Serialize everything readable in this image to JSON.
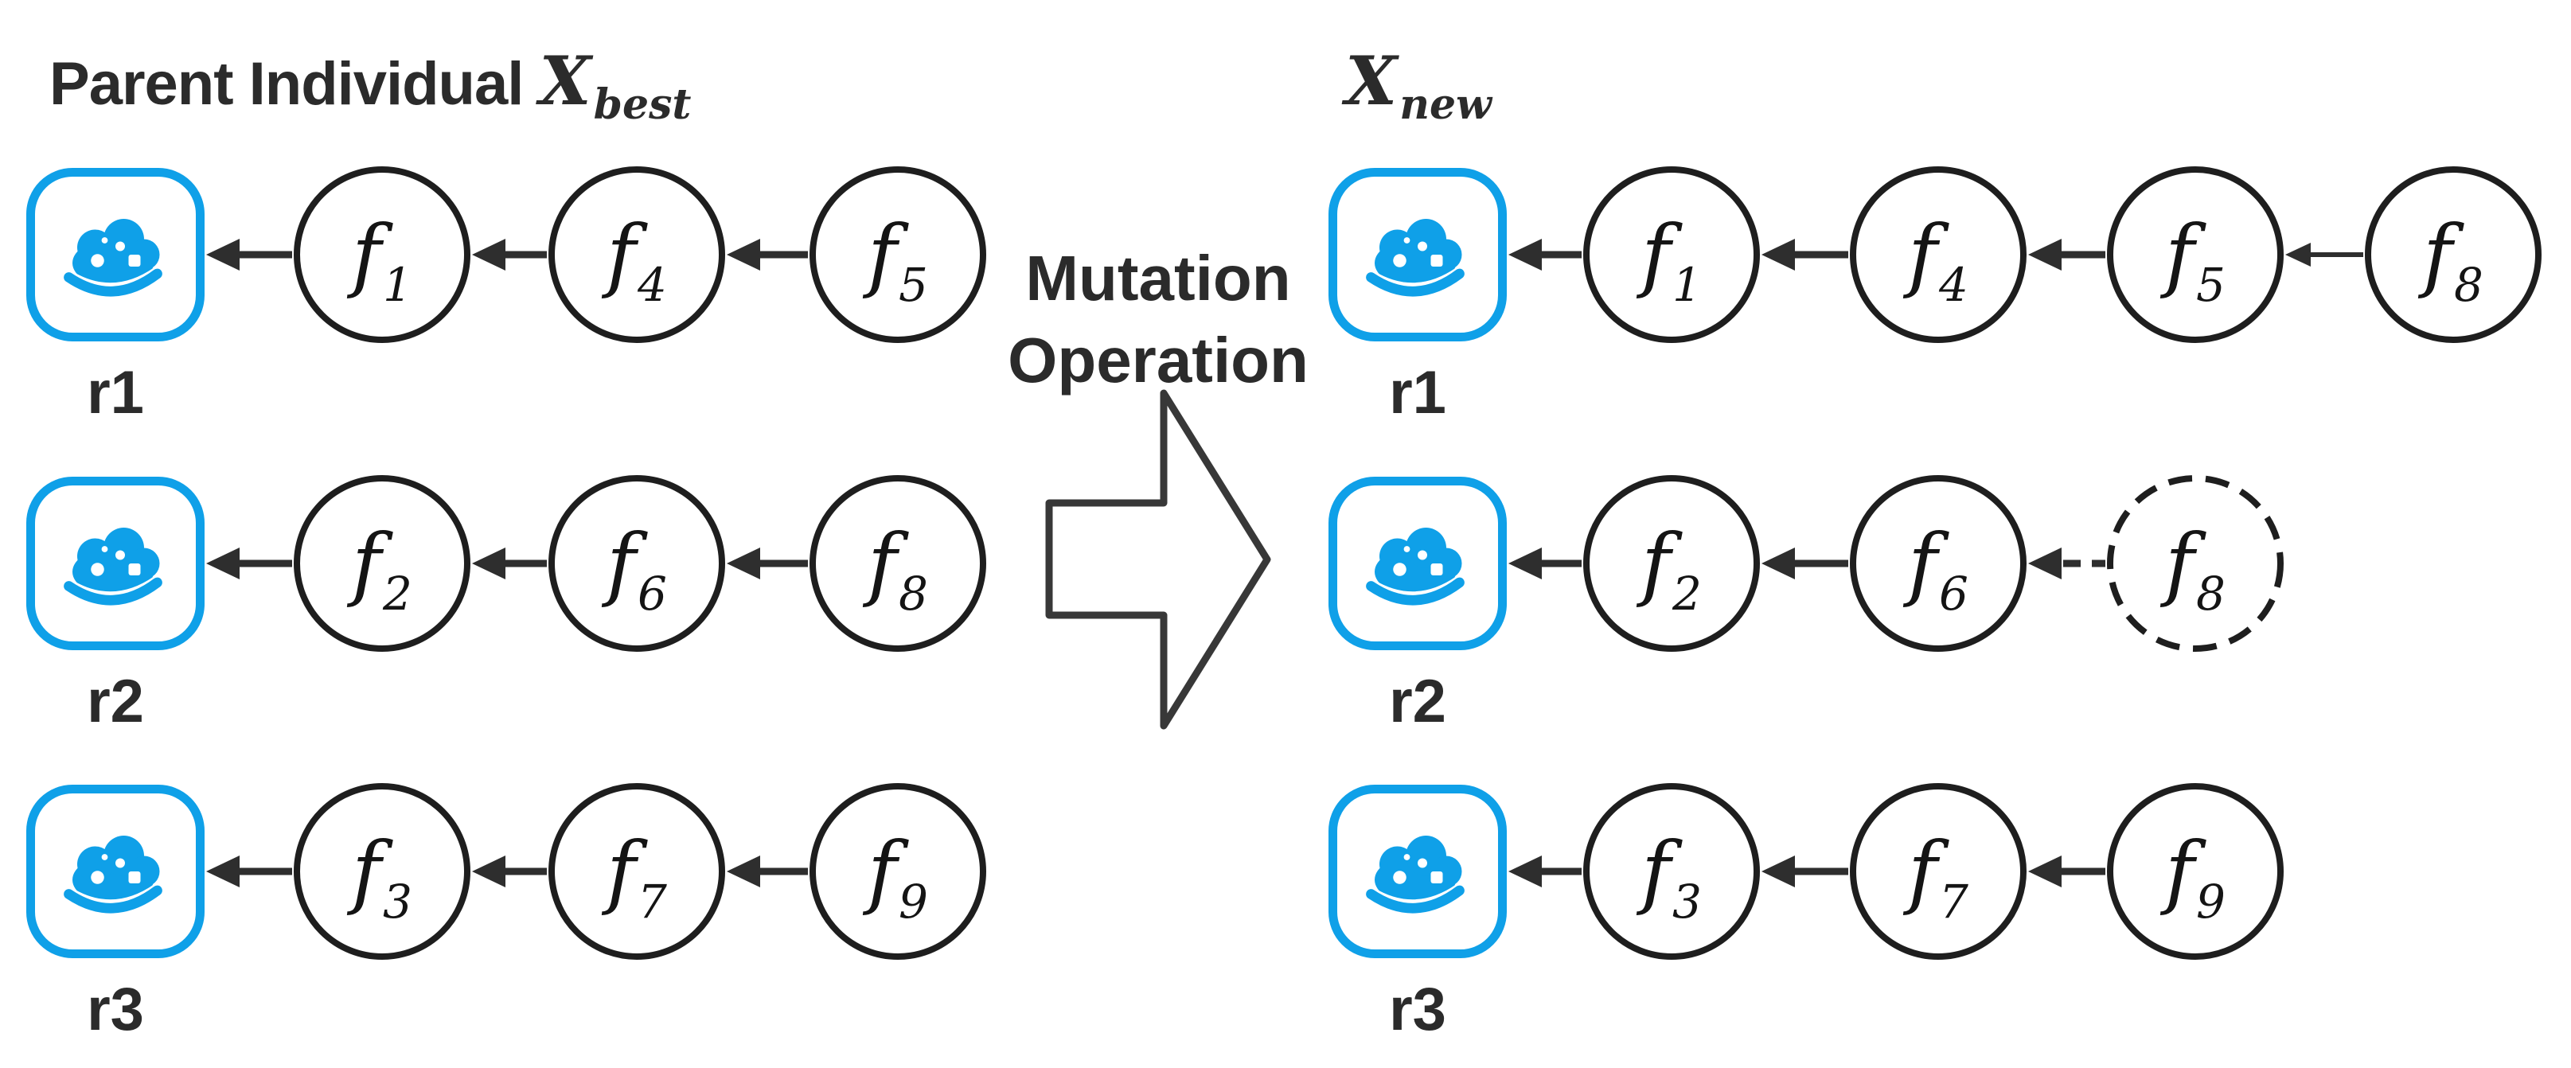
{
  "header": {
    "left_title_text": "Parent Individual",
    "left_title_var": "X",
    "left_title_sub": "best",
    "right_title_var": "X",
    "right_title_sub": "new"
  },
  "mutation_label": {
    "line1": "Mutation",
    "line2": "Operation"
  },
  "left_panel": {
    "rows": [
      {
        "resource_label": "r1",
        "functions": [
          {
            "base": "f",
            "sub": "1",
            "style": "solid"
          },
          {
            "base": "f",
            "sub": "4",
            "style": "solid"
          },
          {
            "base": "f",
            "sub": "5",
            "style": "solid"
          }
        ]
      },
      {
        "resource_label": "r2",
        "functions": [
          {
            "base": "f",
            "sub": "2",
            "style": "solid"
          },
          {
            "base": "f",
            "sub": "6",
            "style": "solid"
          },
          {
            "base": "f",
            "sub": "8",
            "style": "solid"
          }
        ]
      },
      {
        "resource_label": "r3",
        "functions": [
          {
            "base": "f",
            "sub": "3",
            "style": "solid"
          },
          {
            "base": "f",
            "sub": "7",
            "style": "solid"
          },
          {
            "base": "f",
            "sub": "9",
            "style": "solid"
          }
        ]
      }
    ]
  },
  "right_panel": {
    "rows": [
      {
        "resource_label": "r1",
        "functions": [
          {
            "base": "f",
            "sub": "1",
            "style": "solid"
          },
          {
            "base": "f",
            "sub": "4",
            "style": "solid"
          },
          {
            "base": "f",
            "sub": "5",
            "style": "solid"
          },
          {
            "base": "f",
            "sub": "8",
            "style": "solid"
          }
        ]
      },
      {
        "resource_label": "r2",
        "functions": [
          {
            "base": "f",
            "sub": "2",
            "style": "solid"
          },
          {
            "base": "f",
            "sub": "6",
            "style": "solid"
          },
          {
            "base": "f",
            "sub": "8",
            "style": "dashed"
          }
        ]
      },
      {
        "resource_label": "r3",
        "functions": [
          {
            "base": "f",
            "sub": "3",
            "style": "solid"
          },
          {
            "base": "f",
            "sub": "7",
            "style": "solid"
          },
          {
            "base": "f",
            "sub": "9",
            "style": "solid"
          }
        ]
      }
    ]
  },
  "colors": {
    "cloud_blue": "#0FA0E8",
    "node_stroke": "#1E1E1E",
    "arrow": "#2E2E2E",
    "text": "#2B2B2B"
  }
}
